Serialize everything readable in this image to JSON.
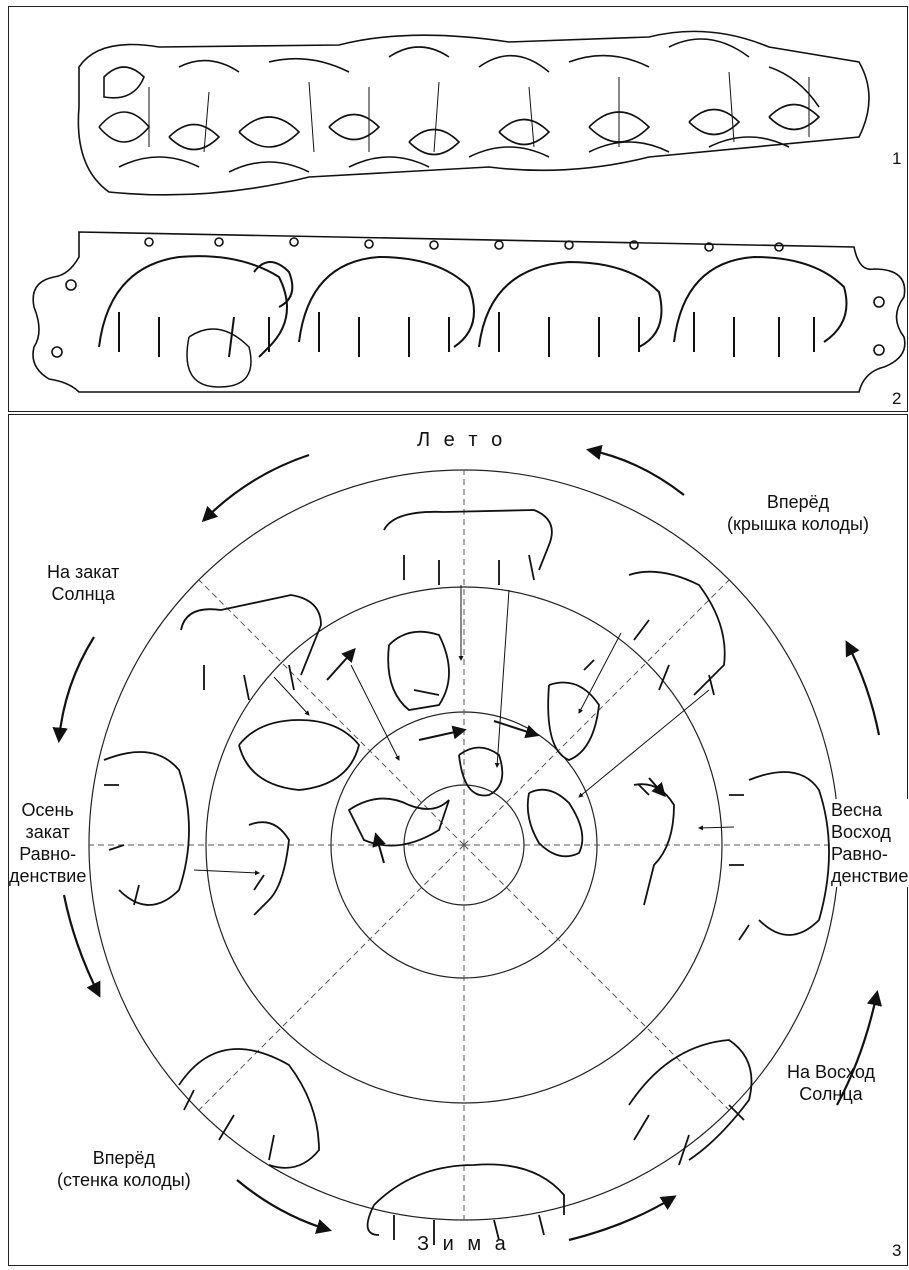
{
  "panel_numbers": {
    "p1": "1",
    "p2": "2",
    "p3": "3"
  },
  "seasons": {
    "summer": "Л е т о",
    "winter": "З и м а"
  },
  "labels": {
    "forward_lid_1": "Вперёд",
    "forward_lid_2": "(крышка колоды)",
    "sunset_1": "На закат",
    "sunset_2": "Солнца",
    "autumn_1": "Осень",
    "autumn_2": "закат",
    "autumn_3": "Равно-",
    "autumn_4": "денствие",
    "spring_1": "Весна",
    "spring_2": "Восход",
    "spring_3": "Равно-",
    "spring_4": "денствие",
    "sunrise_1": "На Восход",
    "sunrise_2": "Солнца",
    "forward_wall_1": "Вперёд",
    "forward_wall_2": "(стенка колоды)"
  },
  "colors": {
    "ink": "#111111",
    "paper": "#ffffff",
    "guide": "#555555"
  },
  "icons": {
    "frieze_1": "carved-animal-frieze",
    "frieze_2": "tiger-procession-plaque",
    "animals": "stylized-animal-figure"
  }
}
